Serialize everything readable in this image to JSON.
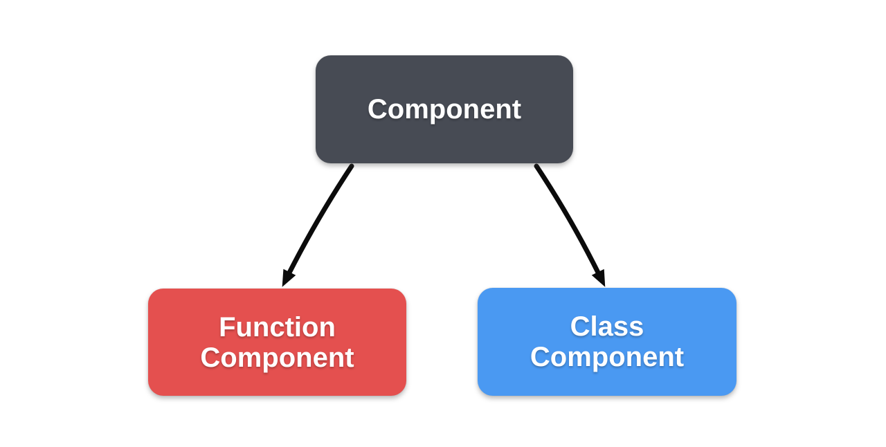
{
  "diagram": {
    "background_color": "#ffffff",
    "arrow_color": "#0b0b0b",
    "nodes": [
      {
        "id": "component",
        "lines": [
          "Component"
        ],
        "fill_color": "#474b54",
        "text_color": "#ffffff"
      },
      {
        "id": "function-component",
        "lines": [
          "Function",
          "Component"
        ],
        "fill_color": "#e4504f",
        "text_color": "#ffffff"
      },
      {
        "id": "class-component",
        "lines": [
          "Class",
          "Component"
        ],
        "fill_color": "#4a99f2",
        "text_color": "#ffffff"
      }
    ],
    "edges": [
      {
        "from": "component",
        "to": "function-component"
      },
      {
        "from": "component",
        "to": "class-component"
      }
    ]
  }
}
